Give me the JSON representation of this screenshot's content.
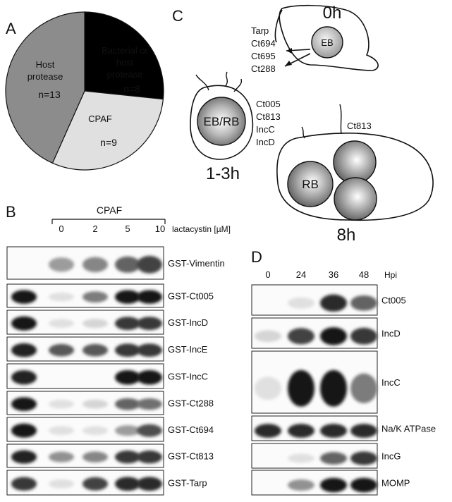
{
  "panels": {
    "a": {
      "letter": "A"
    },
    "b": {
      "letter": "B"
    },
    "c": {
      "letter": "C"
    },
    "d": {
      "letter": "D"
    }
  },
  "chart_data": {
    "type": "pie",
    "slices": [
      {
        "label_lines": [
          "Bacterial or",
          "host",
          "protease"
        ],
        "count": "n=8",
        "value": 8,
        "color": "#000000"
      },
      {
        "label_lines": [
          "CPAF"
        ],
        "count": "n=9",
        "value": 9,
        "color": "#e0e0e0"
      },
      {
        "label_lines": [
          "Host",
          "protease"
        ],
        "count": "n=13",
        "value": 13,
        "color": "#8c8c8c"
      }
    ]
  },
  "panel_b": {
    "group_label": "CPAF",
    "lanes": [
      "0",
      "2",
      "5",
      "10"
    ],
    "unit_label": "lactacystin [µM]",
    "blots": [
      {
        "label": "GST-Vimentin",
        "bands": [
          0,
          0.35,
          0.45,
          0.6,
          0.75
        ]
      },
      {
        "label": "GST-Ct005",
        "bands": [
          0.95,
          0.05,
          0.5,
          0.95,
          0.95
        ]
      },
      {
        "label": "GST-IncD",
        "bands": [
          0.95,
          0.05,
          0.1,
          0.8,
          0.8
        ]
      },
      {
        "label": "GST-IncE",
        "bands": [
          0.9,
          0.65,
          0.65,
          0.8,
          0.8
        ]
      },
      {
        "label": "GST-IncC",
        "bands": [
          0.9,
          0.02,
          0.02,
          0.95,
          0.95
        ]
      },
      {
        "label": "GST-Ct288",
        "bands": [
          0.95,
          0.05,
          0.1,
          0.6,
          0.55
        ]
      },
      {
        "label": "GST-Ct694",
        "bands": [
          0.95,
          0.05,
          0.05,
          0.35,
          0.7
        ]
      },
      {
        "label": "GST-Ct813",
        "bands": [
          0.9,
          0.4,
          0.45,
          0.8,
          0.8
        ]
      },
      {
        "label": "GST-Tarp",
        "bands": [
          0.8,
          0.05,
          0.75,
          0.85,
          0.85
        ]
      }
    ]
  },
  "panel_c": {
    "time_0h": "0h",
    "time_1_3h": "1-3h",
    "time_8h": "8h",
    "eb_label": "EB",
    "ebrb_label": "EB/RB",
    "rb_label": "RB",
    "proteins_0h": [
      "Tarp",
      "Ct694",
      "Ct695",
      "Ct288"
    ],
    "proteins_1_3h": [
      "Ct005",
      "Ct813",
      "IncC",
      "IncD"
    ],
    "proteins_8h": [
      "Ct813"
    ]
  },
  "panel_d": {
    "lanes": [
      "0",
      "24",
      "36",
      "48"
    ],
    "unit_label": "Hpi",
    "blots": [
      {
        "label": "Ct005",
        "bands": [
          0,
          0.05,
          0.85,
          0.6
        ]
      },
      {
        "label": "IncD",
        "bands": [
          0.1,
          0.75,
          0.95,
          0.8
        ]
      },
      {
        "label": "IncC",
        "bands": [
          0.05,
          0.95,
          0.95,
          0.5
        ]
      },
      {
        "label": "Na/K ATPase",
        "bands": [
          0.85,
          0.85,
          0.85,
          0.85
        ]
      },
      {
        "label": "IncG",
        "bands": [
          0,
          0.05,
          0.6,
          0.8
        ]
      },
      {
        "label": "MOMP",
        "bands": [
          0,
          0.4,
          0.95,
          0.95
        ]
      }
    ]
  }
}
